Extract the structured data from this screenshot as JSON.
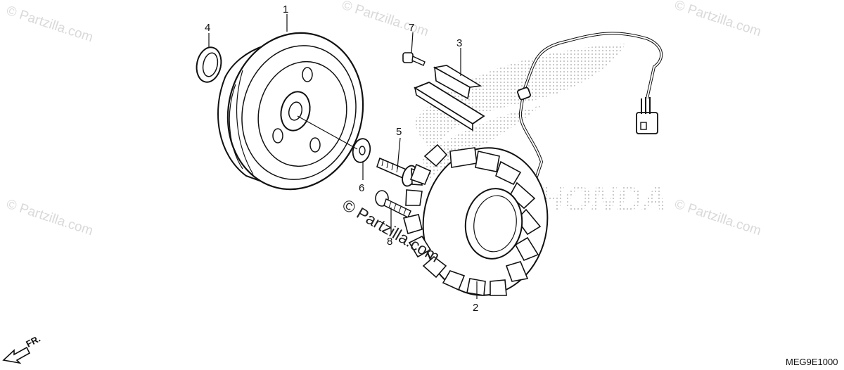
{
  "watermark": {
    "text": "© Partzilla.com"
  },
  "center_watermark": {
    "text": "© Partzilla.com"
  },
  "brand": {
    "logo_text": "HONDA"
  },
  "diagram_code": "MEG9E1000",
  "front_indicator": "FR.",
  "callouts": [
    {
      "number": "1"
    },
    {
      "number": "2"
    },
    {
      "number": "3"
    },
    {
      "number": "4"
    },
    {
      "number": "5"
    },
    {
      "number": "6"
    },
    {
      "number": "7"
    },
    {
      "number": "8"
    }
  ],
  "colors": {
    "line": "#111111",
    "watermark": "#d9d9d9",
    "logo_dots": "#c8c8c8"
  }
}
